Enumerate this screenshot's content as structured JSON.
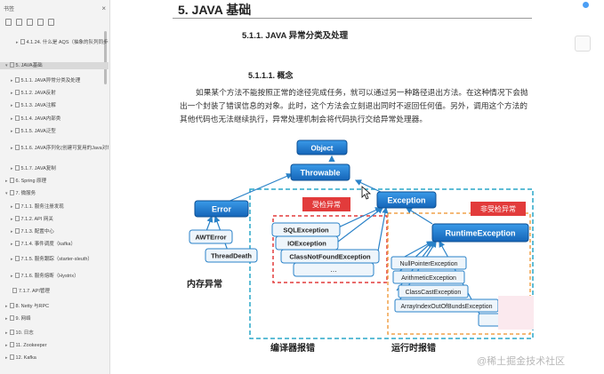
{
  "sidebar": {
    "title": "书签",
    "close_glyph": "×",
    "items": [
      {
        "label": "4.1.24. 什么是 AQS（抽象的队列同步器）",
        "indent": 2,
        "twisty": "▸",
        "active": false
      },
      {
        "label": "5. JAVA基础",
        "indent": 0,
        "twisty": "▾",
        "active": true
      },
      {
        "label": "5.1.1. JAVA异常分类及处理",
        "indent": 1,
        "twisty": "▸",
        "active": false
      },
      {
        "label": "5.1.2. JAVA反射",
        "indent": 1,
        "twisty": "▸",
        "active": false
      },
      {
        "label": "5.1.3. JAVA注解",
        "indent": 1,
        "twisty": "▸",
        "active": false
      },
      {
        "label": "5.1.4. JAVA内部类",
        "indent": 1,
        "twisty": "▸",
        "active": false
      },
      {
        "label": "5.1.5. JAVA泛型",
        "indent": 1,
        "twisty": "▸",
        "active": false
      },
      {
        "label": "5.1.6. JAVA序列化(创建可复用的Java对象)",
        "indent": 1,
        "twisty": "▸",
        "active": false
      },
      {
        "label": "5.1.7. JAVA复制",
        "indent": 1,
        "twisty": "▸",
        "active": false
      },
      {
        "label": "6. Spring 原理",
        "indent": 0,
        "twisty": "▸",
        "active": false
      },
      {
        "label": "7. 微服务",
        "indent": 0,
        "twisty": "▾",
        "active": false
      },
      {
        "label": "7.1.1. 服务注册发现",
        "indent": 1,
        "twisty": "▸",
        "active": false
      },
      {
        "label": "7.1.2. API 网关",
        "indent": 1,
        "twisty": "▸",
        "active": false
      },
      {
        "label": "7.1.3. 配置中心",
        "indent": 1,
        "twisty": "▸",
        "active": false
      },
      {
        "label": "7.1.4. 事件调度（kafka）",
        "indent": 1,
        "twisty": "▸",
        "active": false
      },
      {
        "label": "7.1.5. 服务跟踪（starter-sleuth）",
        "indent": 1,
        "twisty": "▸",
        "active": false
      },
      {
        "label": "7.1.6. 服务熔断（Hystrix）",
        "indent": 1,
        "twisty": "▸",
        "active": false
      },
      {
        "label": "7.1.7. API管理",
        "indent": 1,
        "twisty": "",
        "active": false
      },
      {
        "label": "8. Netty 与RPC",
        "indent": 0,
        "twisty": "▸",
        "active": false
      },
      {
        "label": "9. 网络",
        "indent": 0,
        "twisty": "▸",
        "active": false
      },
      {
        "label": "10. 日志",
        "indent": 0,
        "twisty": "▸",
        "active": false
      },
      {
        "label": "11. Zookeeper",
        "indent": 0,
        "twisty": "▸",
        "active": false
      },
      {
        "label": "12. Kafka",
        "indent": 0,
        "twisty": "▸",
        "active": false
      }
    ]
  },
  "document": {
    "h1": "5. JAVA 基础",
    "h2": "5.1.1.  JAVA 异常分类及处理",
    "h3": "5.1.1.1.    概念",
    "paragraph": "如果某个方法不能按照正常的途径完成任务，就可以通过另一种路径退出方法。在这种情况下会抛出一个封装了错误信息的对象。此时，这个方法会立刻退出同时不返回任何值。另外，调用这个方法的其他代码也无法继续执行，异常处理机制会将代码执行交给异常处理器。"
  },
  "diagram": {
    "nodes": {
      "object": "Object",
      "throwable": "Throwable",
      "error": "Error",
      "exception": "Exception",
      "awterror": "AWTError",
      "threaddeath": "ThreadDeath",
      "sqlexception": "SQLException",
      "ioexception": "IOException",
      "classnotfound": "ClassNotFoundException",
      "ellipsis": "…",
      "runtime": "RuntimeException",
      "npe": "NullPointerException",
      "arith": "ArithmeticException",
      "classcast": "ClassCastException",
      "aioob": "ArrayIndexOutOfBundsException"
    },
    "tags": {
      "checked": "受检异常",
      "unchecked": "非受检异常"
    },
    "captions": {
      "memory": "内存异常",
      "compile": "编译器报错",
      "runtime": "运行时报错"
    }
  },
  "watermark": "@稀土掘金技术社区",
  "colors": {
    "blue_node": "#1f78d1",
    "light_node": "#eef5fb",
    "red": "#e23b3b",
    "teal": "#2aa7c8",
    "orange": "#f0a24a"
  }
}
